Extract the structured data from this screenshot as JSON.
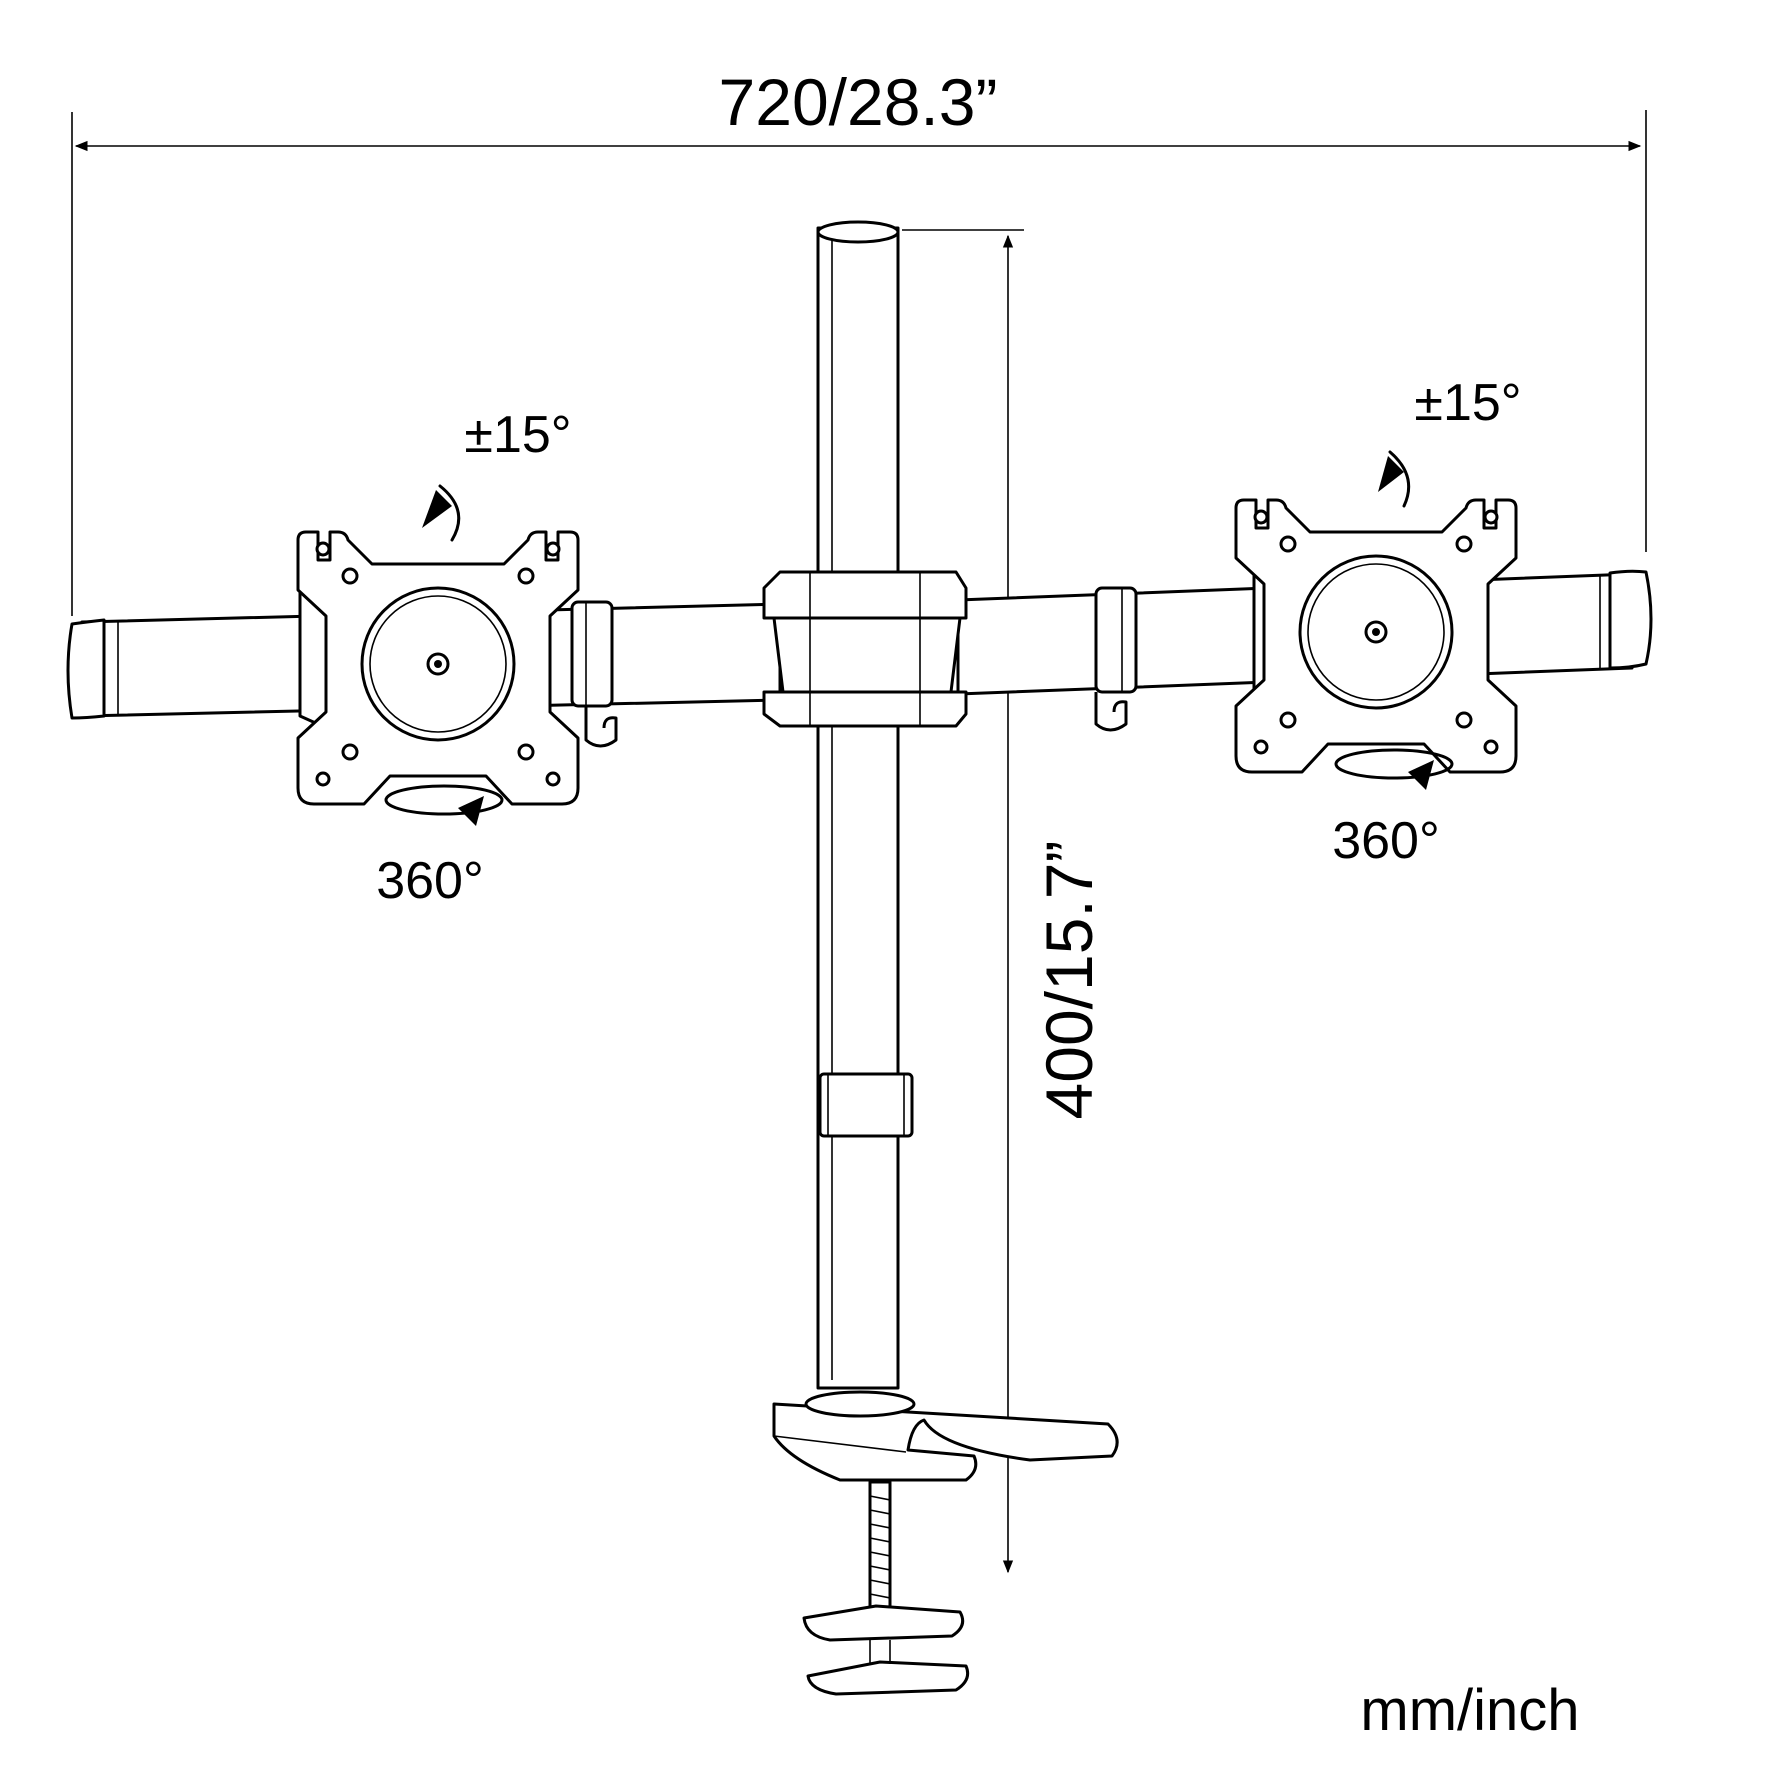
{
  "dimensions": {
    "width_label": "720/28.3”",
    "height_label": "400/15.7”",
    "units_label": "mm/inch"
  },
  "left_mount": {
    "tilt_label": "±15°",
    "rotation_label": "360°"
  },
  "right_mount": {
    "tilt_label": "±15°",
    "rotation_label": "360°"
  },
  "colors": {
    "line": "#000000",
    "background": "#ffffff"
  }
}
